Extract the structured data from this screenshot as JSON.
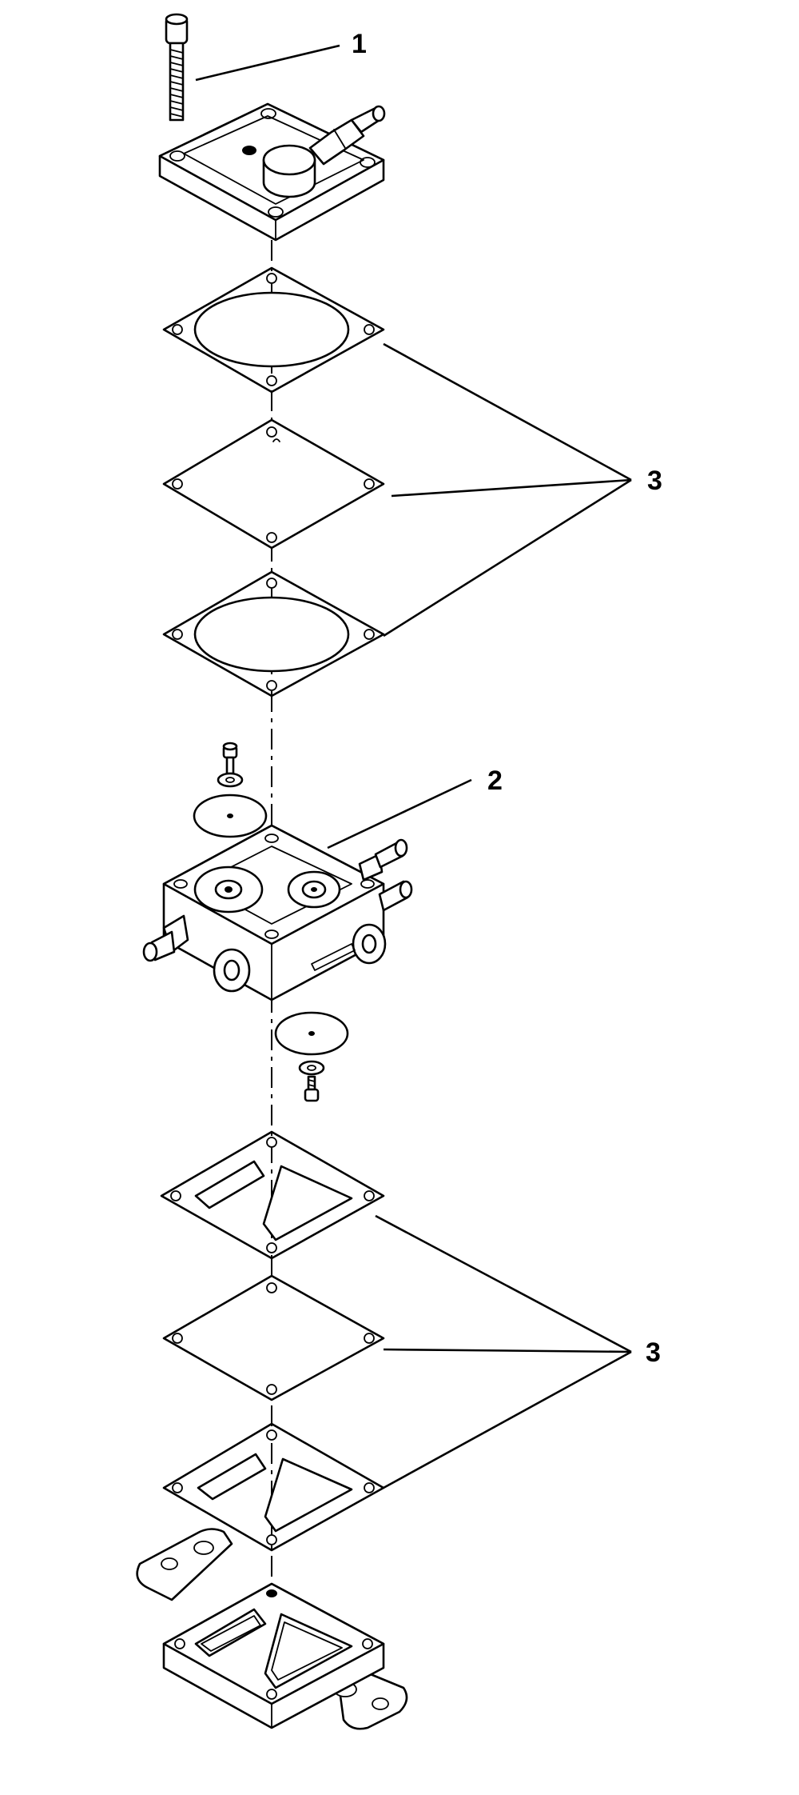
{
  "callouts": {
    "c1": "1",
    "c2": "2",
    "c3_upper": "3",
    "c3_lower": "3"
  }
}
